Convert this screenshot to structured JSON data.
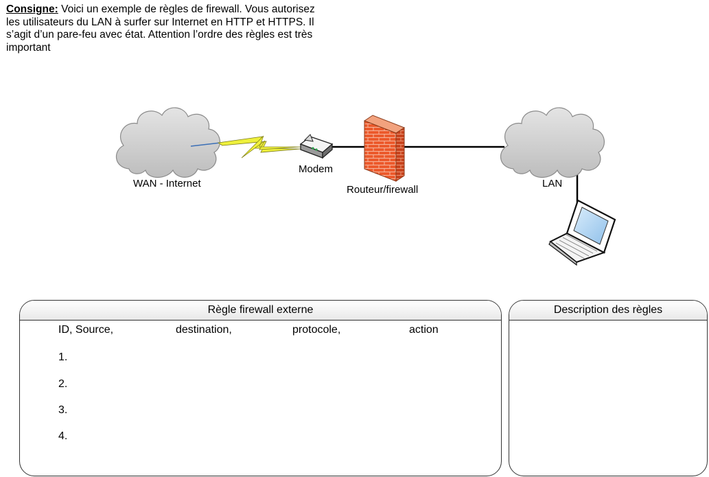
{
  "instructions": {
    "lead": "Consigne:",
    "body": " Voici un exemple de règles de firewall. Vous autorisez les utilisateurs du LAN à surfer sur Internet en HTTP et HTTPS. Il s’agit d’un pare-feu avec état. Attention l’ordre des règles est très important"
  },
  "diagram": {
    "wan_label": "WAN - Internet",
    "modem_label": "Modem",
    "firewall_label": "Routeur/firewall",
    "lan_label": "LAN"
  },
  "rules_panel": {
    "title": "Règle firewall externe",
    "columns": [
      "ID, Source,",
      "destination,",
      "protocole,",
      "action"
    ],
    "rows": [
      "1.",
      "2.",
      "3.",
      "4."
    ]
  },
  "description_panel": {
    "title": "Description des règles"
  },
  "colors": {
    "cloud_fill": "#cfcfcf",
    "lightning": "#f0f23a",
    "firewall_brick": "#e8542a",
    "line": "#000000"
  },
  "icons": [
    "cloud-icon",
    "lightning-icon",
    "modem-icon",
    "firewall-icon",
    "laptop-icon"
  ]
}
